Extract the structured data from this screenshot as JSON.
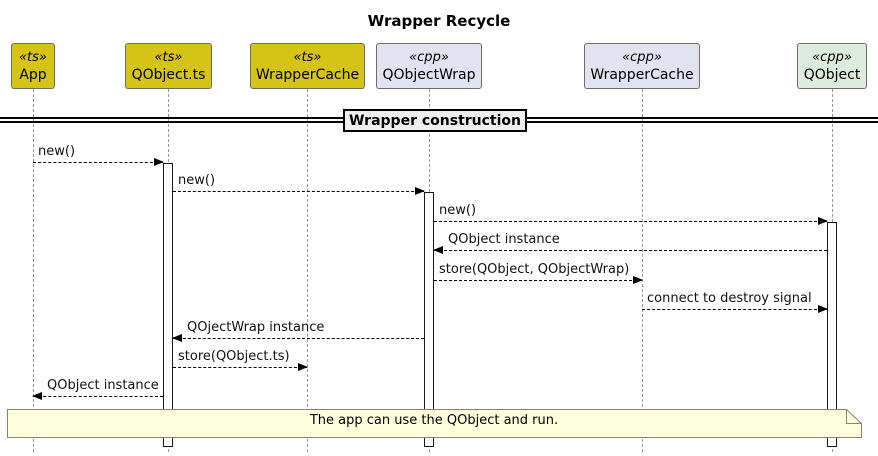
{
  "title": "Wrapper Recycle",
  "colors": {
    "ts_fill": "#d5c416",
    "cpp_fill": "#e2e2f0",
    "qobject_fill": "#dcebdc",
    "divider_fill": "#eeeeee",
    "note_fill": "#feffdd",
    "note_border": "#85856a",
    "lifeline": "#999999"
  },
  "participants": [
    {
      "stereotype": "«ts»",
      "name": "App"
    },
    {
      "stereotype": "«ts»",
      "name": "QObject.ts"
    },
    {
      "stereotype": "«ts»",
      "name": "WrapperCache"
    },
    {
      "stereotype": "«cpp»",
      "name": "QObjectWrap"
    },
    {
      "stereotype": "«cpp»",
      "name": "WrapperCache"
    },
    {
      "stereotype": "«cpp»",
      "name": "QObject"
    }
  ],
  "divider": {
    "label": "Wrapper construction"
  },
  "messages": [
    {
      "text": "new()",
      "from": "App",
      "to": "QObject.ts"
    },
    {
      "text": "new()",
      "from": "QObject.ts",
      "to": "QObjectWrap"
    },
    {
      "text": "new()",
      "from": "QObjectWrap",
      "to": "QObject"
    },
    {
      "text": "QObject instance",
      "from": "QObject",
      "to": "QObjectWrap"
    },
    {
      "text": "store(QObject, QObjectWrap)",
      "from": "QObjectWrap",
      "to": "WrapperCache (cpp)"
    },
    {
      "text": "connect to destroy signal",
      "from": "WrapperCache (cpp)",
      "to": "QObject"
    },
    {
      "text": "QOjectWrap instance",
      "from": "QObjectWrap",
      "to": "QObject.ts"
    },
    {
      "text": "store(QObject.ts)",
      "from": "QObject.ts",
      "to": "WrapperCache (ts)"
    },
    {
      "text": "QObject instance",
      "from": "QObject.ts",
      "to": "App"
    }
  ],
  "note": {
    "text": "The app can use the QObject and run."
  }
}
